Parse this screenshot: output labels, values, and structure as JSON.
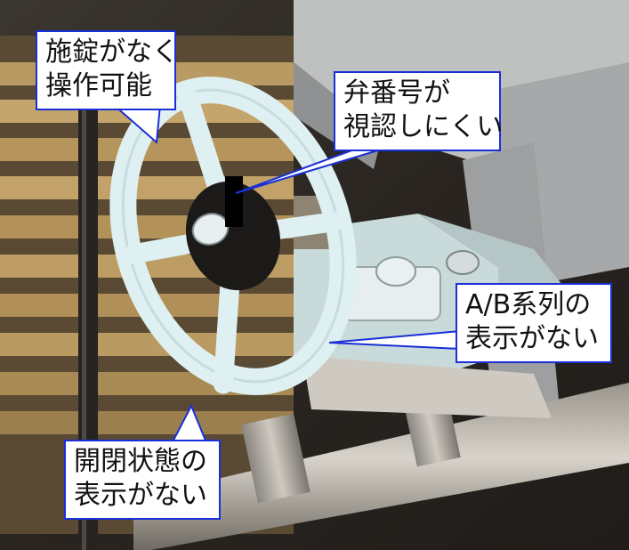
{
  "image": {
    "subject": "valve-handwheel-photo",
    "colors": {
      "handwheel": "#dff0f2",
      "background": "#2a2521",
      "louver": "#b99a62",
      "callout_border": "#1a2fd6",
      "callout_fill": "#ffffff"
    }
  },
  "callouts": {
    "no_lock": {
      "lines": [
        "施錠がなく",
        "操作可能"
      ]
    },
    "valve_number": {
      "lines": [
        "弁番号が",
        "視認しにくい"
      ]
    },
    "train_label": {
      "lines": [
        "A/B系列の",
        "表示がない"
      ]
    },
    "open_close": {
      "lines": [
        "開閉状態の",
        "表示がない"
      ]
    }
  }
}
